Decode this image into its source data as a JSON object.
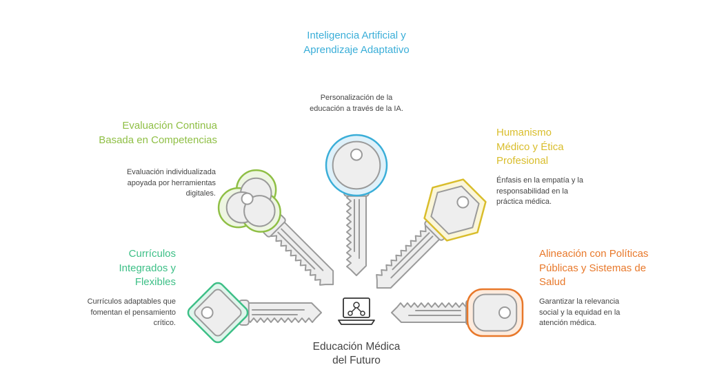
{
  "center": {
    "label_line1": "Educación Médica",
    "label_line2": "del Futuro",
    "icon": "laptop-network-icon"
  },
  "items": [
    {
      "id": "ai",
      "title": "Inteligencia Artificial y Aprendizaje Adaptativo",
      "description": "Personalización de la educación a través de la IA.",
      "color": "#3aaed8",
      "light": "#dff1fa"
    },
    {
      "id": "evaluation",
      "title": "Evaluación Continua Basada en Competencias",
      "description": "Evaluación individualizada apoyada por herramientas digitales.",
      "color": "#8fbf45",
      "light": "#eef6e2"
    },
    {
      "id": "humanism",
      "title": "Humanismo Médico y Ética Profesional",
      "description": "Énfasis en la empatía y la responsabilidad en la práctica médica.",
      "color": "#d9bd2b",
      "light": "#fbf6d8"
    },
    {
      "id": "curricula",
      "title": "Currículos Integrados y Flexibles",
      "description": "Currículos adaptables que fomentan el pensamiento crítico.",
      "color": "#3cbf86",
      "light": "#e0f5ec"
    },
    {
      "id": "policy",
      "title": "Alineación con Políticas Públicas y Sistemas de Salud",
      "description": "Garantizar la relevancia social y la equidad en la atención médica.",
      "color": "#e8782a",
      "light": "#fdebdd"
    }
  ]
}
